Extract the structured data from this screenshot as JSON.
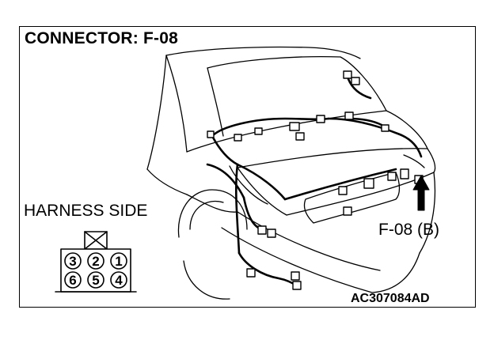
{
  "title": "CONNECTOR: F-08",
  "harness_side_label": "HARNESS SIDE",
  "connector_callout": "F-08 (B)",
  "figure_code": "AC307084AD",
  "connector_pins": {
    "top_row": [
      "3",
      "2",
      "1"
    ],
    "bottom_row": [
      "6",
      "5",
      "4"
    ]
  }
}
